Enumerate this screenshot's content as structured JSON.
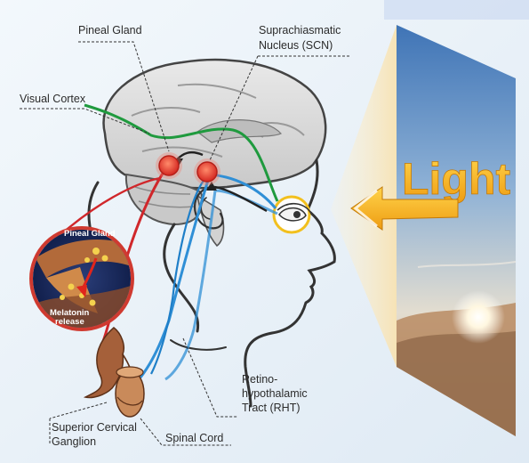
{
  "labels": {
    "pineal_gland": "Pineal Gland",
    "scn_line1": "Suprachiasmatic",
    "scn_line2": "Nucleus (SCN)",
    "visual_cortex": "Visual Cortex",
    "rht_line1": "Retino-",
    "rht_line2": "hypothalamic",
    "rht_line3": "Tract (RHT)",
    "scg_line1": "Superior Cervical",
    "scg_line2": "Ganglion",
    "spinal_cord": "Spinal Cord"
  },
  "inset": {
    "pineal_gland": "Pineal Gland",
    "melatonin_line1": "Melatonin",
    "melatonin_line2": "release"
  },
  "light": {
    "word": "Light"
  },
  "colors": {
    "background": "#e8f1f8",
    "green_pathway": "#1f9a3e",
    "blue_pathway": "#2f8fd6",
    "red_pathway": "#d0272b",
    "gland_red": "#e53a2e",
    "eye_ring": "#f2c01e",
    "light_text": "#f3b21a"
  }
}
